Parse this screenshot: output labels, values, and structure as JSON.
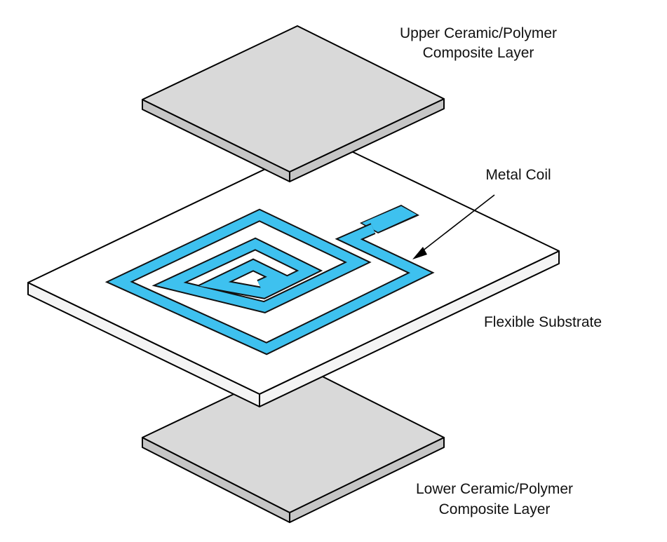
{
  "labels": {
    "upper_layer_line1": "Upper Ceramic/Polymer",
    "upper_layer_line2": "Composite Layer",
    "metal_coil": "Metal Coil",
    "flexible_substrate": "Flexible Substrate",
    "lower_layer_line1": "Lower Ceramic/Polymer",
    "lower_layer_line2": "Composite Layer"
  },
  "colors": {
    "coil": "#3ec1ef",
    "coil_outline": "#111111",
    "plate_top": "#d9d9d9",
    "plate_side": "#c6c6c6",
    "substrate_top": "#ffffff",
    "substrate_side": "#f4f4f4"
  }
}
